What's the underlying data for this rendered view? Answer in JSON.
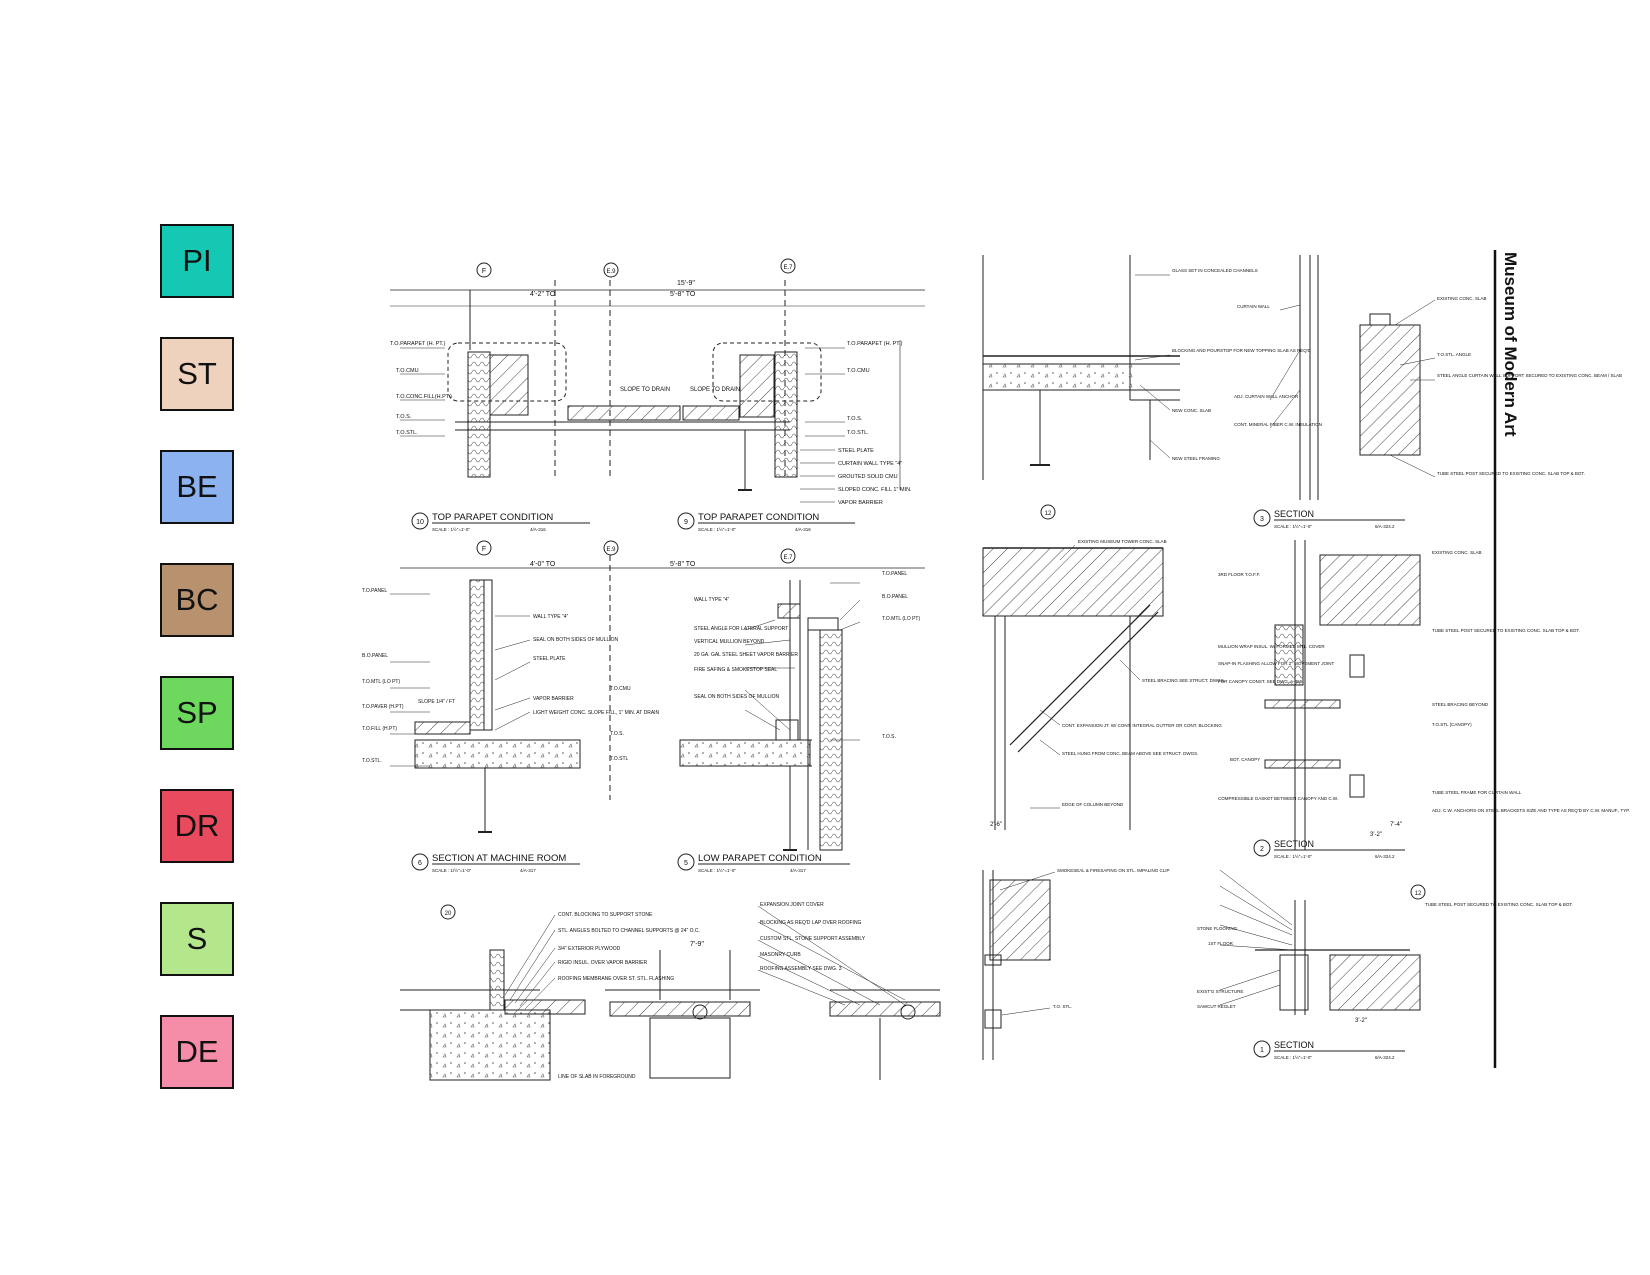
{
  "legend": [
    {
      "code": "PI",
      "color": "#14C8B4"
    },
    {
      "code": "ST",
      "color": "#EED2BE"
    },
    {
      "code": "BE",
      "color": "#8CB2F0"
    },
    {
      "code": "BC",
      "color": "#B8916E"
    },
    {
      "code": "SP",
      "color": "#6ED85E"
    },
    {
      "code": "DR",
      "color": "#E84A5E"
    },
    {
      "code": "S",
      "color": "#B4E68C"
    },
    {
      "code": "DE",
      "color": "#F58CA8"
    }
  ],
  "sheet_title": "Museum of Modern Art",
  "details": [
    {
      "num": "10",
      "title": "TOP PARAPET CONDITION",
      "scale": "SCALE : 1½\"=1'-0\"",
      "ref": "4/A-316"
    },
    {
      "num": "9",
      "title": "TOP PARAPET CONDITION",
      "scale": "SCALE : 1½\"=1'-0\"",
      "ref": "4/A-316"
    },
    {
      "num": "3",
      "title": "SECTION",
      "scale": "SCALE : 1½\"=1'-0\"",
      "ref": "6/A-324.2"
    },
    {
      "num": "6",
      "title": "SECTION AT MACHINE ROOM",
      "scale": "SCALE : 1/½\"=1'-0\"",
      "ref": "4/A-317"
    },
    {
      "num": "5",
      "title": "LOW PARAPET CONDITION",
      "scale": "SCALE : 1½\"=1'-0\"",
      "ref": "4/A-317"
    },
    {
      "num": "2",
      "title": "SECTION",
      "scale": "SCALE : 1½\"=1'-0\"",
      "ref": "6/A-324.2"
    },
    {
      "num": "1",
      "title": "SECTION",
      "scale": "SCALE : 1½\"=1'-0\"",
      "ref": "6/A-324.2"
    }
  ],
  "grid_bubbles": {
    "f": "F",
    "e9": "E.9",
    "e7": "E.7",
    "g12": "12",
    "g20": "20"
  },
  "dimensions": {
    "d1": "15'-9\"",
    "d2": "4'-2\" TO",
    "d3": "5'-8\" TO",
    "d4": "4'-0\" TO",
    "d5": "5'-8\" TO",
    "d6": "7'-9\"",
    "d7": "3'-2\"",
    "d8": "7'-4\"",
    "d9": "2'-6\""
  },
  "notes": {
    "slope1": "SLOPE TO DRAIN",
    "slope2": "SLOPE TO DRAIN",
    "top_parapet_left": [
      "T.O.PARAPET (H. PT.)",
      "T.O.CMU",
      "T.O.CONC.FILL(H.PT.)",
      "T.O.S.",
      "T.O.STL."
    ],
    "top_parapet_right": [
      "T.O.PARAPET (H. PT.)",
      "T.O.CMU",
      "T.O.S.",
      "T.O.STL.",
      "STEEL PLATE",
      "CURTAIN WALL TYPE \"4\"",
      "GROUTED SOLID CMU",
      "SLOPED CONC. FILL 1\" MIN.",
      "VAPOR BARRIER"
    ],
    "sec3": [
      "GLASS SET IN CONCEALED CHANNELS",
      "CURTAIN WALL",
      "BLOCKING AND POURSTOP FOR NEW TOPPING SLAB AS REQ'D",
      "NEW CONC. SLAB",
      "NEW STEEL FRAMING",
      "ADJ. CURTAIN WALL ANCHOR",
      "CONT. MINERAL FIBER C.W. INSULATION",
      "EXISTING CONC. SLAB",
      "T.O.STL. ANGLE",
      "STEEL ANGLE CURTAIN WALL SUPPORT SECURED TO EXISTING CONC. BEAM / SLAB",
      "TUBE STEEL POST SECURED TO EXISTING CONC. SLAB TOP & BOT."
    ],
    "machine": [
      "T.O.PANEL",
      "WALL TYPE \"4\"",
      "SEAL ON BOTH SIDES OF MULLION",
      "STEEL PLATE",
      "B.O.PANEL",
      "T.O.MTL (LO PT)",
      "T.O.PAVER (H.PT)",
      "SLOPE 1/4\" / FT",
      "T.O.FILL (H.PT)",
      "VAPOR BARRIER",
      "LIGHT WEIGHT CONC. SLOPE FILL, 1\" MIN. AT DRAIN",
      "T.O.STL."
    ],
    "low": [
      "WALL TYPE \"4\"",
      "STEEL ANGLE FOR LATERAL SUPPORT",
      "VERTICAL MULLION BEYOND",
      "20 GA. GAL STEEL SHEET VAPOR BARRIER",
      "FIRE SAFING & SMOKESTOP SEAL",
      "SEAL ON BOTH SIDES OF MULLION",
      "T.O.CMU",
      "T.O.S.",
      "T.O.STL",
      "T.O.PANEL",
      "B.O.PANEL",
      "T.O.MTL (LO PT)",
      "T.O.S."
    ],
    "sec2": [
      "EXISTING MUSEUM TOWER CONC. SLAB",
      "STEEL BRACING SEE STRUCT. DWGS.",
      "CONT. EXPANSION JT. W/ CONT. INTEGRAL GUTTER OR CONT. BLOCKING",
      "STEEL HUNG FROM CONC. BEAM ABOVE SEE STRUCT. DWGS.",
      "EDGE OF COLUMN BEYOND",
      "3RD FLOOR T.O.F.F.",
      "MULLION WRAP INSUL. W/ FORMED MTL. COVER",
      "SNAP-IN FLASHING ALLOW FOR 2\" MOVEMENT JOINT",
      "FOR CANOPY CONST. SEE DWG. A-366",
      "BOT. CANOPY",
      "COMPRESSIBLE GASKET BETWEEN CANOPY AND C.W.",
      "EXISTING CONC. SLAB",
      "TUBE STEEL POST SECURED TO EXISTING CONC. SLAB TOP & BOT.",
      "STEEL BRACING BEYOND",
      "T.O.STL (CANOPY)",
      "TUBE STEEL FRAME FOR CURTAIN WALL",
      "ADJ. C.W. ANCHORS ON STEEL BRACKETS SIZE AND TYPE AS REQ'D BY C.W. MANUF., TYP."
    ],
    "bottom": [
      "CONT. BLOCKING TO SUPPORT STONE",
      "STL. ANGLES BOLTED TO CHANNEL SUPPORTS @ 24\" O.C.",
      "3/4\" EXTERIOR PLYWOOD",
      "RIGID INSUL. OVER VAPOR BARRIER",
      "ROOFING MEMBRANE OVER ST. STL. FLASHING",
      "LINE OF SLAB IN FOREGROUND",
      "EXPANSION JOINT COVER",
      "BLOCKING AS REQ'D LAP OVER ROOFING",
      "CUSTOM STL. STONE SUPPORT ASSEMBLY",
      "MASONRY CURB",
      "ROOFING ASSEMBLY SEE DWG. 3"
    ],
    "smoke": [
      "SMOKESEAL & FIRESAFING ON STL. IMPALING CLIP",
      "T.O. STL."
    ],
    "sec1": [
      "STONE FLOORING",
      "1ST FLOOR",
      "EXIST'G STRUCTURE",
      "SAWCUT REGLET",
      "TUBE STEEL POST SECURED TO EXISTING CONC. SLAB TOP & BOT."
    ]
  }
}
